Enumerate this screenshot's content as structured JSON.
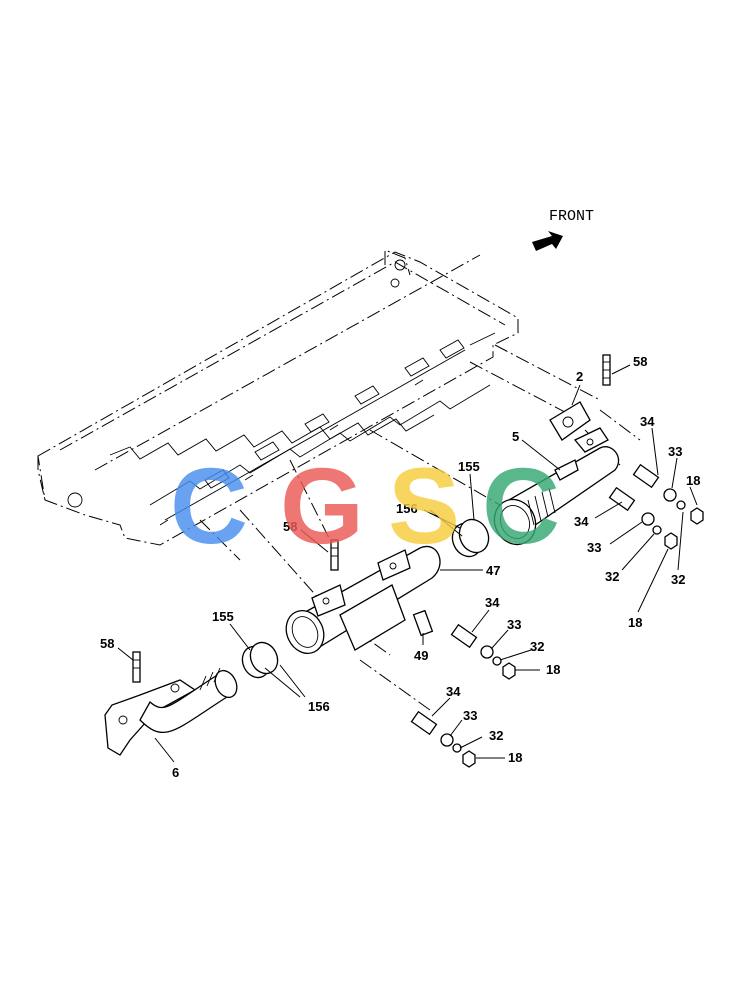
{
  "front_label": "FRONT",
  "watermark": {
    "letters": [
      "C",
      "G",
      "S",
      "C"
    ],
    "colors": [
      "#4a8ef0",
      "#ec5a55",
      "#f7cd3c",
      "#35a872"
    ]
  },
  "callouts": {
    "c58a": "58",
    "c2": "2",
    "c34a": "34",
    "c5": "5",
    "c33a": "33",
    "c18a": "18",
    "c155a": "155",
    "c156a": "156",
    "c34b": "34",
    "c33b": "33",
    "c32a": "32",
    "c32b": "32",
    "c18b": "18",
    "c58b": "58",
    "c47": "47",
    "c34c": "34",
    "c33c": "33",
    "c32c": "32",
    "c18c": "18",
    "c49": "49",
    "c155b": "155",
    "c58c": "58",
    "c156b": "156",
    "c6": "6",
    "c34d": "34",
    "c33d": "33",
    "c32d": "32",
    "c18d": "18"
  }
}
